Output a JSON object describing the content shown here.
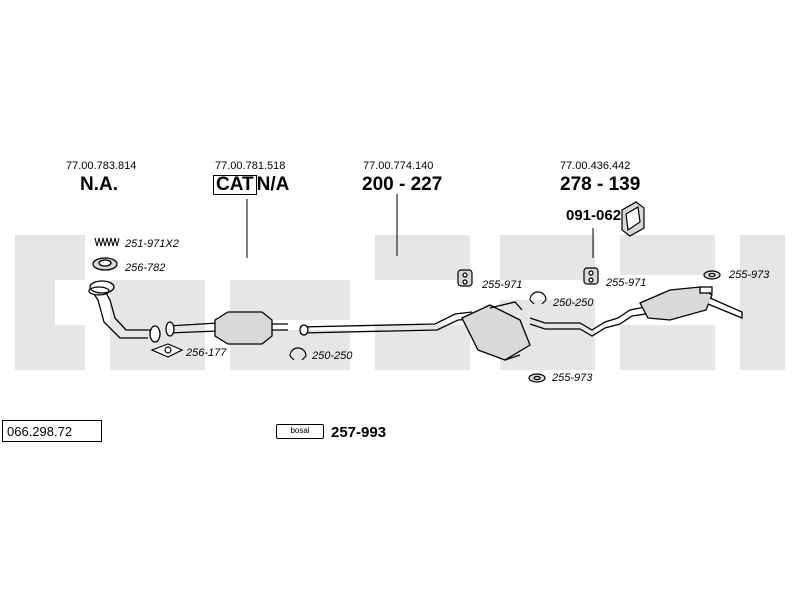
{
  "diagram": {
    "oem_numbers": [
      "77.00.783.814",
      "77.00.781.518",
      "77.00.774.140",
      "77.00.436.442"
    ],
    "main_parts": [
      "N.A.",
      "CAT",
      "N/A",
      "200 - 227",
      "278 - 139",
      "091-062"
    ],
    "small_parts": {
      "spring": "251-971X2",
      "gasket_ring": "256-782",
      "flange_gasket": "256-177",
      "clamp_1": "250-250",
      "hanger_1": "255-971",
      "clamp_2": "250-250",
      "hanger_2": "255-971",
      "rubber_ring_1": "255-973",
      "rubber_ring_2": "255-973"
    },
    "reference_number": "066.298.72",
    "brand_label": "bosal",
    "mounting_kit": "257-993",
    "background_watermark": "bosal"
  }
}
